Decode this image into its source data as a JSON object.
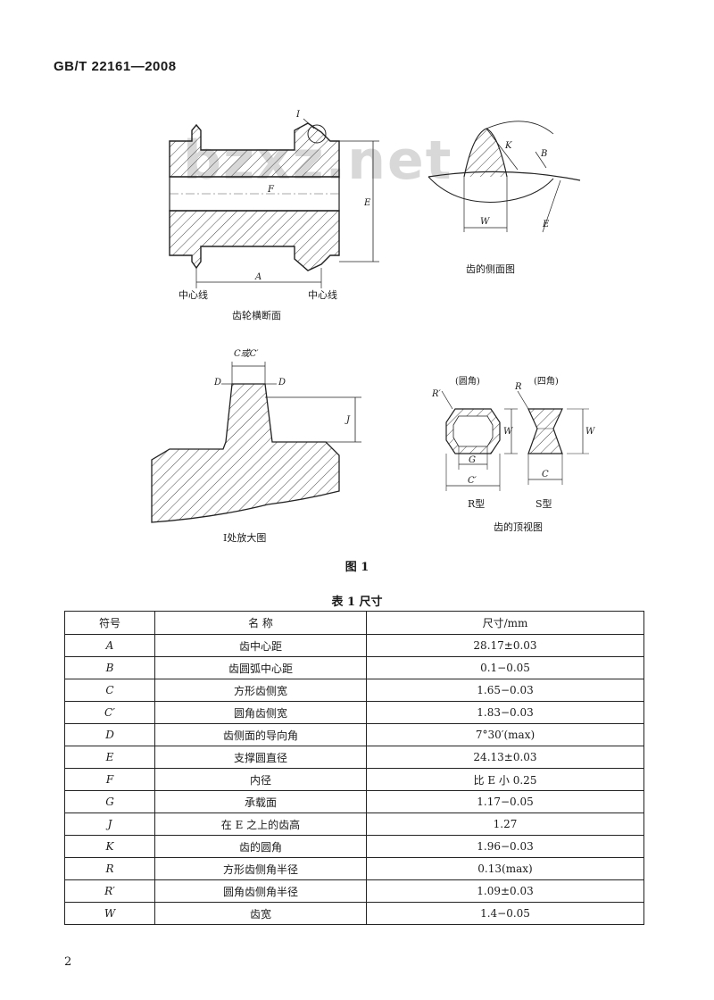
{
  "header": {
    "standard_code": "GB/T 22161—2008"
  },
  "watermark": "bzxz.net",
  "figure": {
    "title": "图 1",
    "captions": {
      "cross_section": "齿轮横断面",
      "tooth_side": "齿的侧面图",
      "detail_I": "I处放大图",
      "top_view": "齿的顶视图"
    },
    "labels": {
      "center_line_left": "中心线",
      "center_line_right": "中心线",
      "I": "I",
      "A": "A",
      "E": "E",
      "F": "F",
      "K": "K",
      "B": "B",
      "W": "W",
      "D_left": "D",
      "D_right": "D",
      "J": "J",
      "C_or_C_prime": "C或C′",
      "R_prime": "R′",
      "R": "R",
      "round_corner": "(圆角)",
      "square_corner": "(四角)",
      "G": "G",
      "C_prime": "C′",
      "C": "C",
      "W_R": "W",
      "W_S": "W",
      "R_type": "R型",
      "S_type": "S型"
    }
  },
  "table": {
    "title": "表 1   尺寸",
    "headers": [
      "符号",
      "名    称",
      "尺寸/mm"
    ],
    "rows": [
      {
        "symbol": "A",
        "name": "齿中心距",
        "value": "28.17±0.03"
      },
      {
        "symbol": "B",
        "name": "齿圆弧中心距",
        "value": "0.1−0.05"
      },
      {
        "symbol": "C",
        "name": "方形齿侧宽",
        "value": "1.65−0.03"
      },
      {
        "symbol": "C′",
        "name": "圆角齿侧宽",
        "value": "1.83−0.03"
      },
      {
        "symbol": "D",
        "name": "齿侧面的导向角",
        "value": "7°30′(max)"
      },
      {
        "symbol": "E",
        "name": "支撑圆直径",
        "value": "24.13±0.03"
      },
      {
        "symbol": "F",
        "name": "内径",
        "value": "比 E 小 0.25"
      },
      {
        "symbol": "G",
        "name": "承载面",
        "value": "1.17−0.05"
      },
      {
        "symbol": "J",
        "name": "在 E 之上的齿高",
        "value": "1.27"
      },
      {
        "symbol": "K",
        "name": "齿的圆角",
        "value": "1.96−0.03"
      },
      {
        "symbol": "R",
        "name": "方形齿侧角半径",
        "value": "0.13(max)"
      },
      {
        "symbol": "R′",
        "name": "圆角齿侧角半径",
        "value": "1.09±0.03"
      },
      {
        "symbol": "W",
        "name": "齿宽",
        "value": "1.4−0.05"
      }
    ]
  },
  "footer": {
    "page_number": "2"
  }
}
